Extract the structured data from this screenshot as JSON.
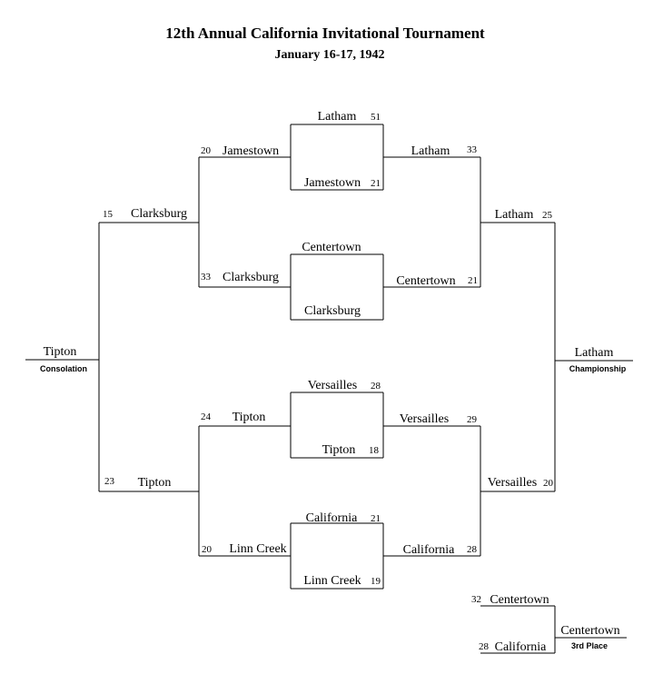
{
  "title": "12th Annual California Invitational Tournament",
  "subtitle": "January 16-17, 1942",
  "first_round": [
    {
      "top_team": "Latham",
      "top_score": "51",
      "bottom_team": "Jamestown",
      "bottom_score": "21"
    },
    {
      "top_team": "Centertown",
      "top_score": "",
      "bottom_team": "Clarksburg",
      "bottom_score": ""
    },
    {
      "top_team": "Versailles",
      "top_score": "28",
      "bottom_team": "Tipton",
      "bottom_score": "18"
    },
    {
      "top_team": "California",
      "top_score": "21",
      "bottom_team": "Linn Creek",
      "bottom_score": "19"
    }
  ],
  "consolation": {
    "round1": [
      {
        "team": "Jamestown",
        "score": "20"
      },
      {
        "team": "Clarksburg",
        "score": "33"
      },
      {
        "team": "Tipton",
        "score": "24"
      },
      {
        "team": "Linn Creek",
        "score": "20"
      }
    ],
    "semis": [
      {
        "team": "Clarksburg",
        "score": "15"
      },
      {
        "team": "Tipton",
        "score": "23"
      }
    ],
    "winner": "Tipton",
    "label": "Consolation"
  },
  "championship": {
    "round1": [
      {
        "team": "Latham",
        "score": "33"
      },
      {
        "team": "Centertown",
        "score": "21"
      },
      {
        "team": "Versailles",
        "score": "29"
      },
      {
        "team": "California",
        "score": "28"
      }
    ],
    "semis": [
      {
        "team": "Latham",
        "score": "25"
      },
      {
        "team": "Versailles",
        "score": "20"
      }
    ],
    "winner": "Latham",
    "label": "Championship"
  },
  "third_place": {
    "top_team": "Centertown",
    "top_score": "32",
    "bottom_team": "California",
    "bottom_score": "28",
    "winner": "Centertown",
    "label": "3rd Place"
  }
}
